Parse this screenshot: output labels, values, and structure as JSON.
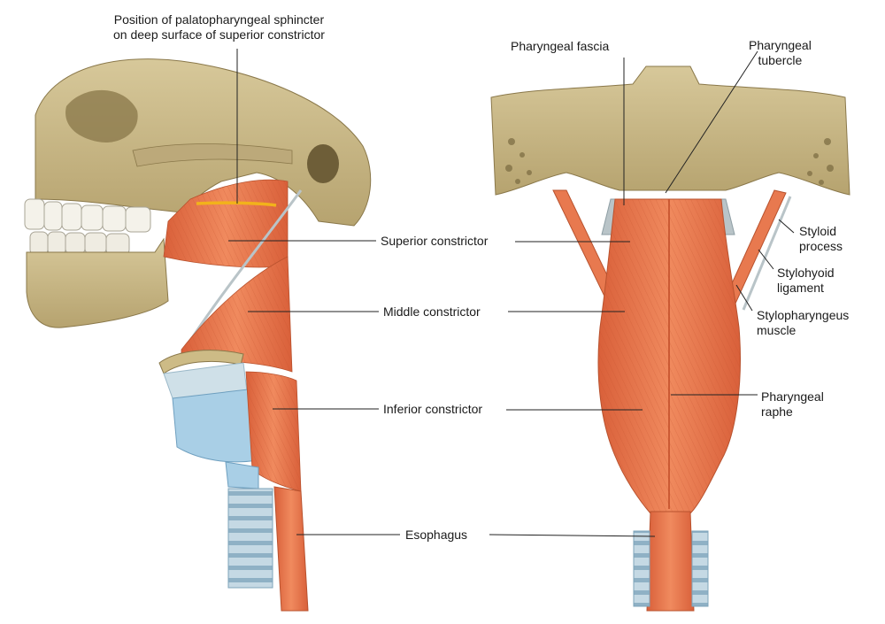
{
  "labels": {
    "palatopharyngeal": {
      "line1": "Position of palatopharyngeal sphincter",
      "line2": "on deep surface of superior constrictor"
    },
    "superior_constrictor": "Superior constrictor",
    "middle_constrictor": "Middle constrictor",
    "inferior_constrictor": "Inferior constrictor",
    "esophagus": "Esophagus",
    "pharyngeal_fascia": "Pharyngeal fascia",
    "pharyngeal_tubercle": {
      "line1": "Pharyngeal",
      "line2": "tubercle"
    },
    "styloid_process": {
      "line1": "Styloid",
      "line2": "process"
    },
    "stylohyoid_ligament": {
      "line1": "Stylohyoid",
      "line2": "ligament"
    },
    "stylopharyngeus_muscle": {
      "line1": "Stylopharyngeus",
      "line2": "muscle"
    },
    "pharyngeal_raphe": {
      "line1": "Pharyngeal",
      "line2": "raphe"
    }
  },
  "colors": {
    "bone": "#c9b98a",
    "bone_shade": "#9c8a5c",
    "muscle": "#e8794f",
    "muscle_dark": "#c8552f",
    "cartilage": "#a9cfe6",
    "cartilage_dark": "#7ab0d0",
    "fascia": "#b9c4c8",
    "tooth": "#f4f2ea",
    "sphincter": "#f2b21b",
    "leader": "#222222"
  }
}
